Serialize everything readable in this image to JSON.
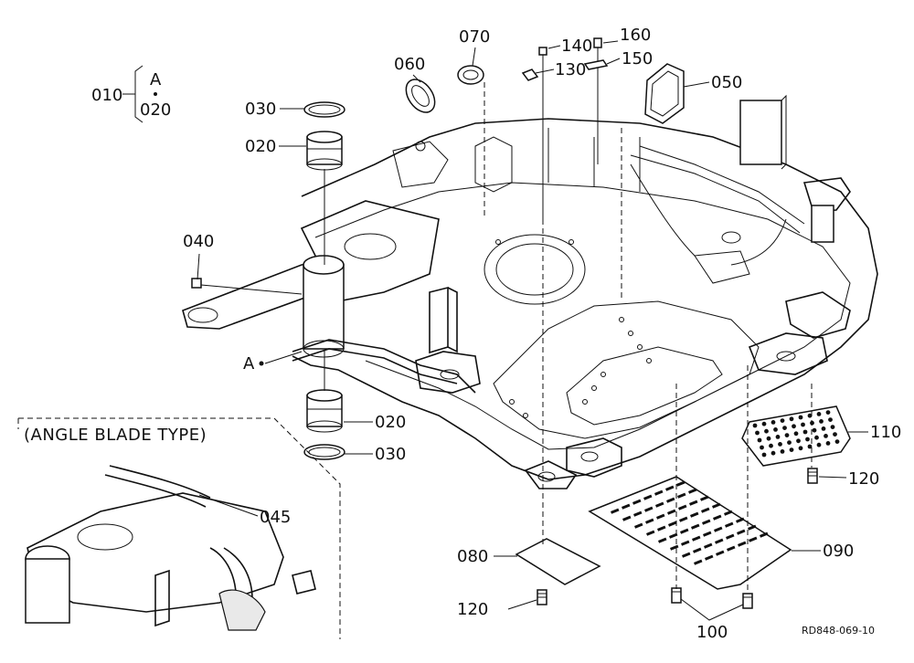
{
  "diagram": {
    "callouts": {
      "c010": "010",
      "cA_top": "A",
      "c020_top": "020",
      "c030_top": "030",
      "c020_upper": "020",
      "c040": "040",
      "cA_side": "A",
      "c020_lower": "020",
      "c030_lower": "030",
      "c060": "060",
      "c070": "070",
      "c140": "140",
      "c130": "130",
      "c160": "160",
      "c150": "150",
      "c050": "050",
      "c110": "110",
      "c120_right": "120",
      "c090": "090",
      "c080": "080",
      "c120_bottom": "120",
      "c100": "100",
      "c045": "045"
    },
    "inset_title": "(ANGLE BLADE TYPE)",
    "reference_code": "RD848-069-10"
  }
}
